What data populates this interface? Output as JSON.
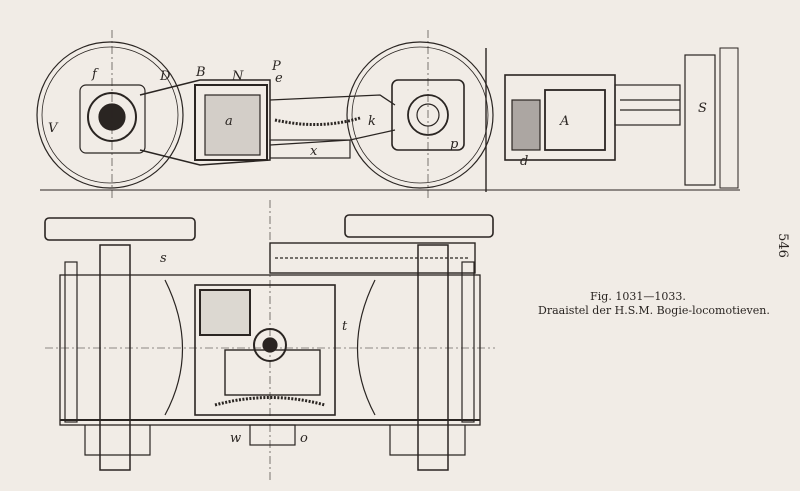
{
  "caption": {
    "figure_number": "Fig. 1031—1033.",
    "title": "Draaistel der H.S.M. Bogie-locomotieven."
  },
  "page_number": "546",
  "part_letters": [
    "f",
    "D",
    "B",
    "N",
    "e",
    "P",
    "a",
    "V",
    "x",
    "k",
    "p",
    "S",
    "A",
    "d",
    "s",
    "w",
    "o",
    "t"
  ],
  "colors": {
    "paper": "#f1ece6",
    "ink": "#2a2522"
  }
}
